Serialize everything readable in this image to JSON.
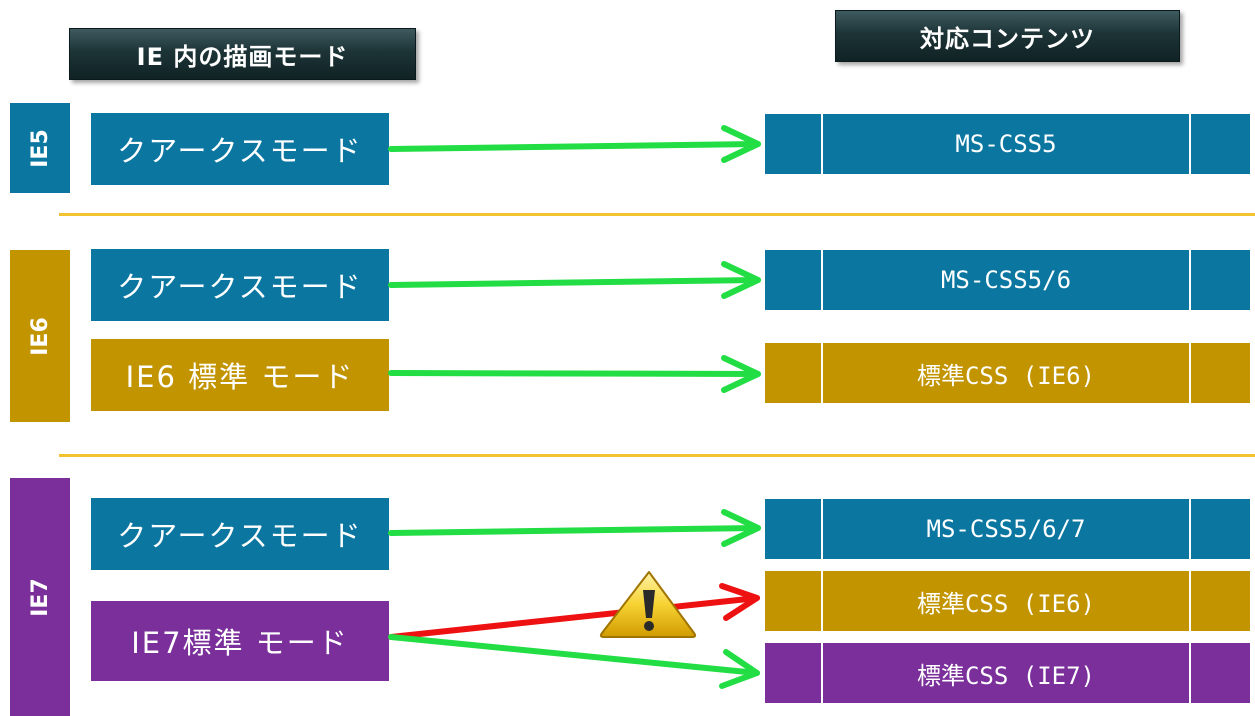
{
  "headers": {
    "left": "IE 内の描画モード",
    "right": "対応コンテンツ"
  },
  "versions": {
    "ie5": "IE5",
    "ie6": "IE6",
    "ie7": "IE7"
  },
  "modes": {
    "ie5_quirks": "クアークスモード",
    "ie6_quirks": "クアークスモード",
    "ie6_standard": "IE6 標準 モード",
    "ie7_quirks": "クアークスモード",
    "ie7_standard": "IE7標準 モード"
  },
  "contents": {
    "ms_css5": "MS-CSS5",
    "ms_css56": "MS-CSS5/6",
    "std_css_ie6": "標準CSS (IE6)",
    "ms_css567": "MS-CSS5/6/7",
    "std_css_ie6_b": "標準CSS (IE6)",
    "std_css_ie7": "標準CSS (IE7)"
  },
  "warning_icon": "warning-icon",
  "colors": {
    "ie5_blue": "#0b77a0",
    "ie6_gold": "#c29400",
    "ie7_purple": "#7a2f9a",
    "arrow_green": "#22dd44",
    "arrow_red": "#ee1111",
    "separator": "#f2c230"
  }
}
